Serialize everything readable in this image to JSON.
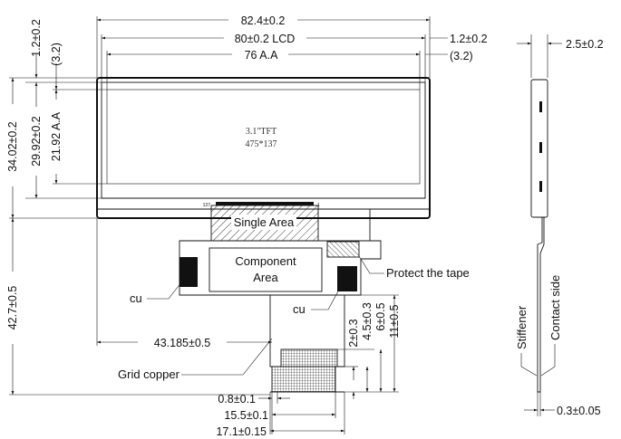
{
  "display": {
    "text_line1": "3.1\"TFT",
    "text_line2": "475*137",
    "pin_left": "137",
    "pin_right": "1"
  },
  "labels": {
    "single_area": "Single Area",
    "component_line1": "Component",
    "component_line2": "Area",
    "cu_left": "cu",
    "cu_right": "cu",
    "protect_tape": "Protect the tape",
    "grid_copper": "Grid copper",
    "stiffener": "Stiffener",
    "contact_side": "Contact side"
  },
  "dimensions": {
    "outline_width": "82.4±0.2",
    "lcd_width": "80±0.2 LCD",
    "active_width": "76 A.A",
    "right_margin": "1.2±0.2",
    "right_margin_ref": "(3.2)",
    "top_margin": "1.2±0.2",
    "top_margin_ref": "(3.2)",
    "outline_height": "34.02±0.2",
    "lcd_height": "29.92±0.2",
    "active_height": "21.92 A.A",
    "total_fpc_length": "42.7±0.5",
    "fpc_offset": "43.185±0.5",
    "tail_2": "2±0.3",
    "tail_4_5": "4.5±0.3",
    "tail_6": "6±0.5",
    "tail_11": "11±0.5",
    "pitch": "0.8±0.1",
    "pin_span": "15.5±0.1",
    "tail_width": "17.1±0.15",
    "side_thickness": "2.5±0.2",
    "fpc_thickness": "0.3±0.05"
  }
}
